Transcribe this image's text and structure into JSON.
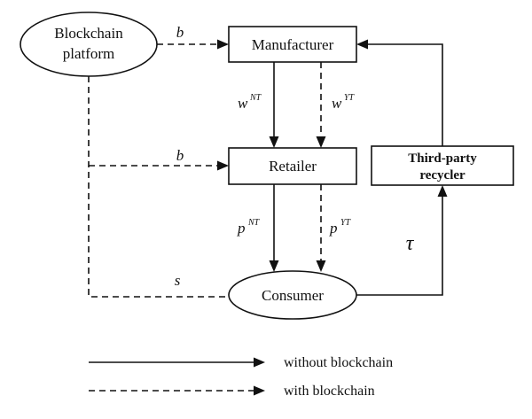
{
  "nodes": {
    "blockchain_line1": "Blockchain",
    "blockchain_line2": "platform",
    "manufacturer": "Manufacturer",
    "retailer": "Retailer",
    "consumer": "Consumer",
    "recycler_line1": "Third-party",
    "recycler_line2": "recycler"
  },
  "edges": {
    "b_to_manufacturer": "b",
    "b_to_retailer": "b",
    "s_to_consumer": "s",
    "w_nt": "w",
    "w_nt_sup": "NT",
    "w_yt": "w",
    "w_yt_sup": "YT",
    "p_nt": "p",
    "p_nt_sup": "NT",
    "p_yt": "p",
    "p_yt_sup": "YT",
    "tau": "τ"
  },
  "legend": {
    "solid_label": "without blockchain",
    "dashed_label": "with blockchain"
  }
}
